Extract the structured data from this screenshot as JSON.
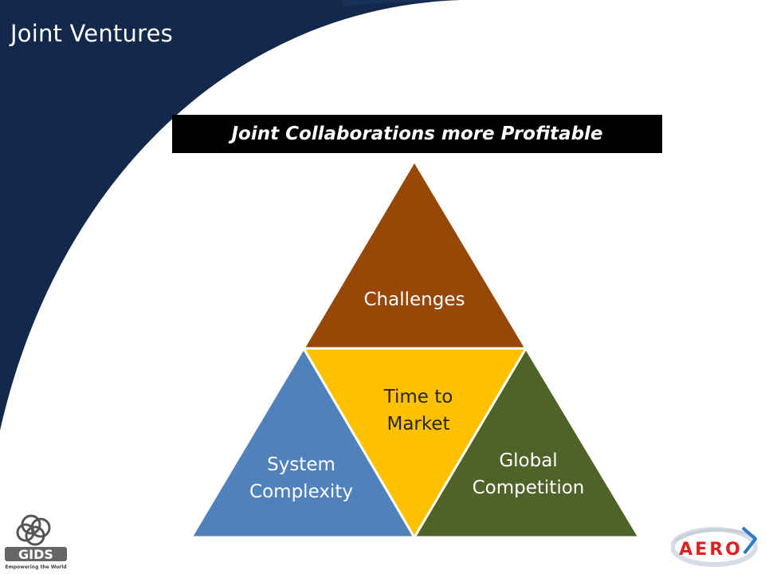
{
  "slide": {
    "title": "Joint Ventures",
    "banner": "Joint Collaborations more Profitable"
  },
  "diagram": {
    "top": "Challenges",
    "center": "Time to\nMarket",
    "left": "System\nComplexity",
    "right": "Global\nCompetition"
  },
  "colors": {
    "background_arc": "#13294b",
    "top_triangle": "#974706",
    "center_triangle": "#ffc000",
    "left_triangle": "#4f81bd",
    "right_triangle": "#4f6228"
  },
  "logos": {
    "left_text": "GIDS",
    "left_tagline": "Empowering the World",
    "right_text": "AERO"
  }
}
